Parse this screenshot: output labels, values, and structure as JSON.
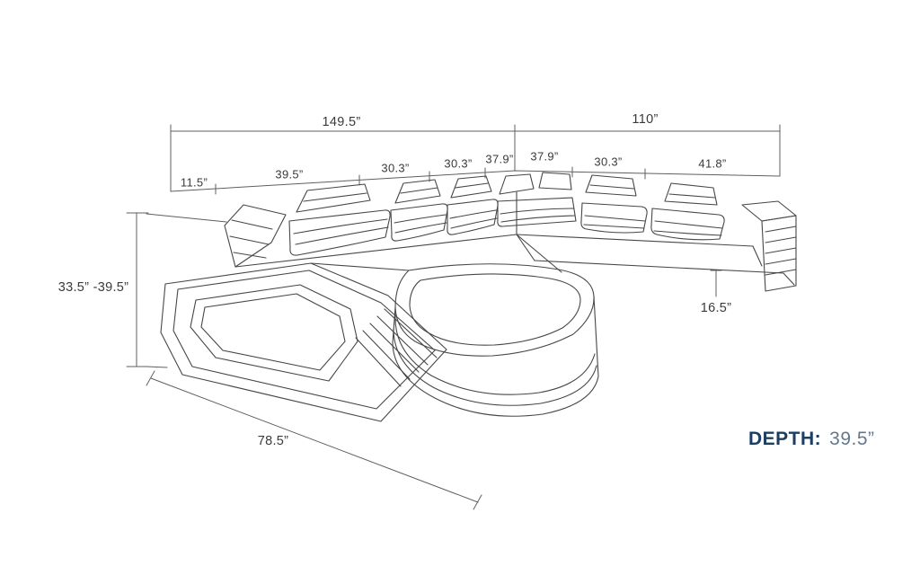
{
  "page": {
    "background": "#ffffff"
  },
  "dimensions": {
    "total_left": "149.5”",
    "total_right": "110”",
    "segments": [
      "11.5”",
      "39.5”",
      "30.3”",
      "30.3”",
      "37.9”",
      "37.9”",
      "30.3”",
      "41.8”"
    ],
    "height_range": "33.5” -39.5”",
    "chaise_length": "78.5”",
    "arm_height": "16.5”",
    "depth_label": "DEPTH:",
    "depth_value": "39.5”"
  },
  "colors": {
    "sofa_line": "#474747",
    "dimension_line": "#5f5f5f",
    "dimension_text": "#3a3a3a",
    "depth_label_color": "#1c3e63",
    "depth_value_color": "#64788c"
  }
}
